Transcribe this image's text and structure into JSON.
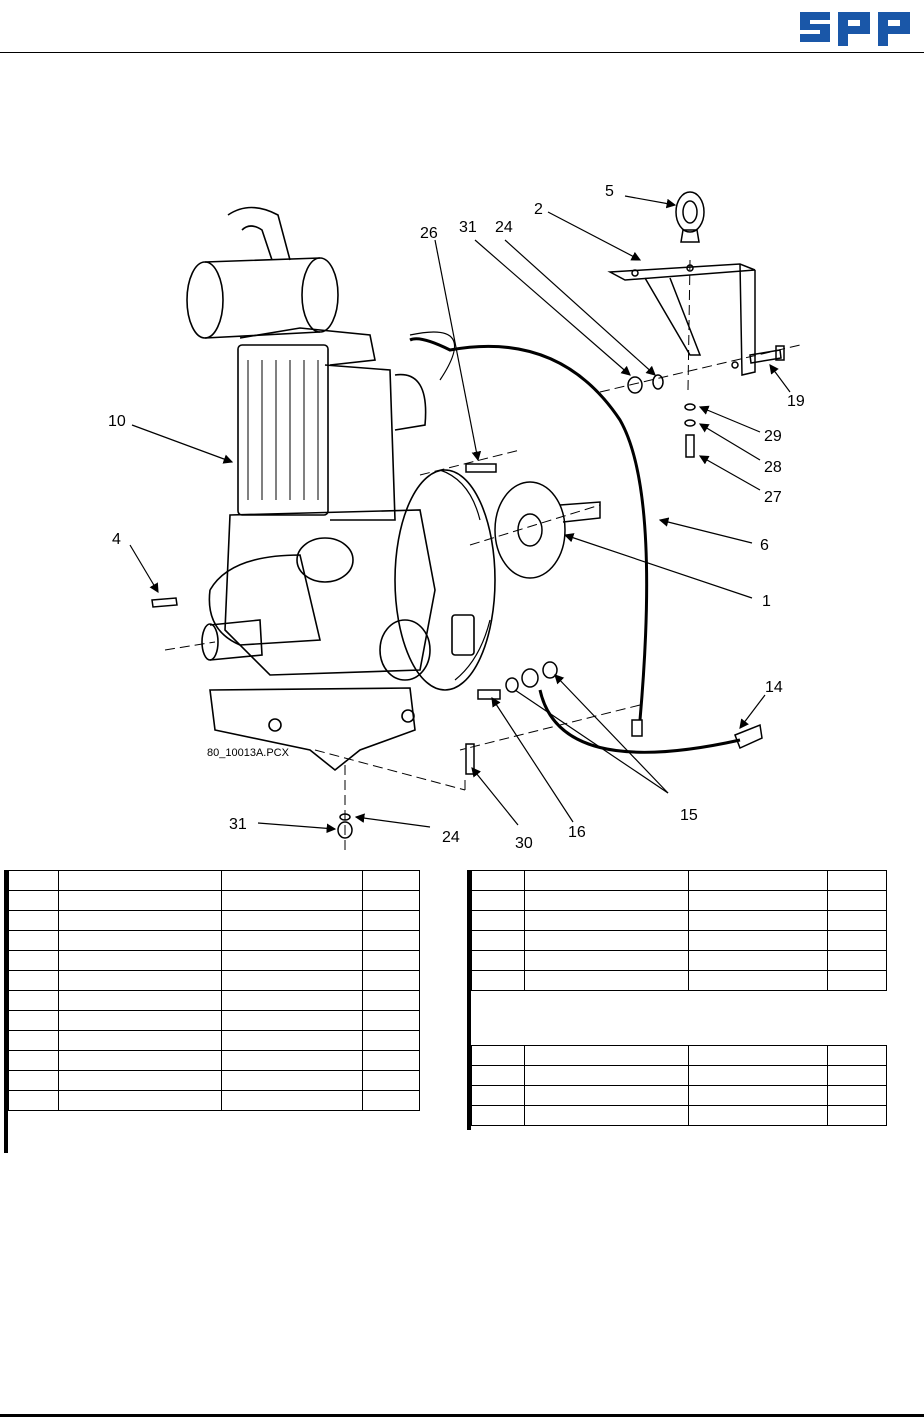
{
  "header": {
    "logo_text": "spp",
    "brand_color": "#1a57a8"
  },
  "figure": {
    "file_label": "80_10013A.PCX",
    "callouts": [
      {
        "id": "c5",
        "label": "5"
      },
      {
        "id": "c2",
        "label": "2"
      },
      {
        "id": "c24a",
        "label": "24"
      },
      {
        "id": "c31a",
        "label": "31"
      },
      {
        "id": "c26",
        "label": "26"
      },
      {
        "id": "c19",
        "label": "19"
      },
      {
        "id": "c29",
        "label": "29"
      },
      {
        "id": "c28",
        "label": "28"
      },
      {
        "id": "c27",
        "label": "27"
      },
      {
        "id": "c10",
        "label": "10"
      },
      {
        "id": "c6",
        "label": "6"
      },
      {
        "id": "c4",
        "label": "4"
      },
      {
        "id": "c1",
        "label": "1"
      },
      {
        "id": "c14",
        "label": "14"
      },
      {
        "id": "c15",
        "label": "15"
      },
      {
        "id": "c16",
        "label": "16"
      },
      {
        "id": "c30",
        "label": "30"
      },
      {
        "id": "c24b",
        "label": "24"
      },
      {
        "id": "c31b",
        "label": "31"
      }
    ]
  },
  "tables": {
    "left_rows": 12,
    "right_a_rows": 6,
    "right_b_rows": 4
  }
}
